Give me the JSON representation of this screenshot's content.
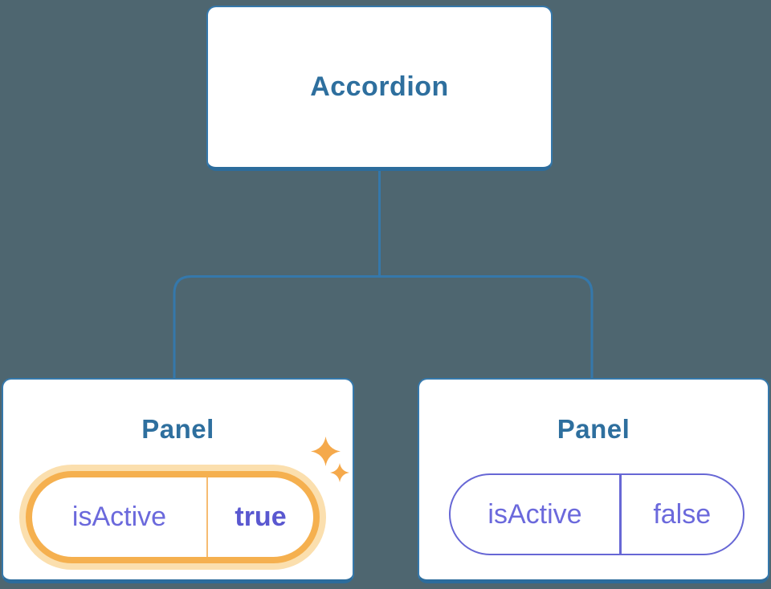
{
  "diagram": {
    "description": "Component tree: Accordion parent with two Panel children showing isActive prop state",
    "root": {
      "label": "Accordion"
    },
    "children": [
      {
        "label": "Panel",
        "prop_name": "isActive",
        "prop_value": "true",
        "state": "active",
        "decoration": "sparkle-icon"
      },
      {
        "label": "Panel",
        "prop_name": "isActive",
        "prop_value": "false",
        "state": "inactive"
      }
    ]
  },
  "colors": {
    "background": "#4e6670",
    "node_border": "#3578ab",
    "node_border_bottom": "#2c6c9c",
    "node_text": "#2e6f9e",
    "prop_text": "#6b69dc",
    "prop_value_active_text": "#5a58d0",
    "active_ring": "#f5b04f",
    "active_ring_glow": "#fbdfae",
    "active_divider": "#f6bc72",
    "sparkle": "#f5a94b",
    "inactive_pill_border": "#6767d5",
    "connector": "#3578ab"
  }
}
